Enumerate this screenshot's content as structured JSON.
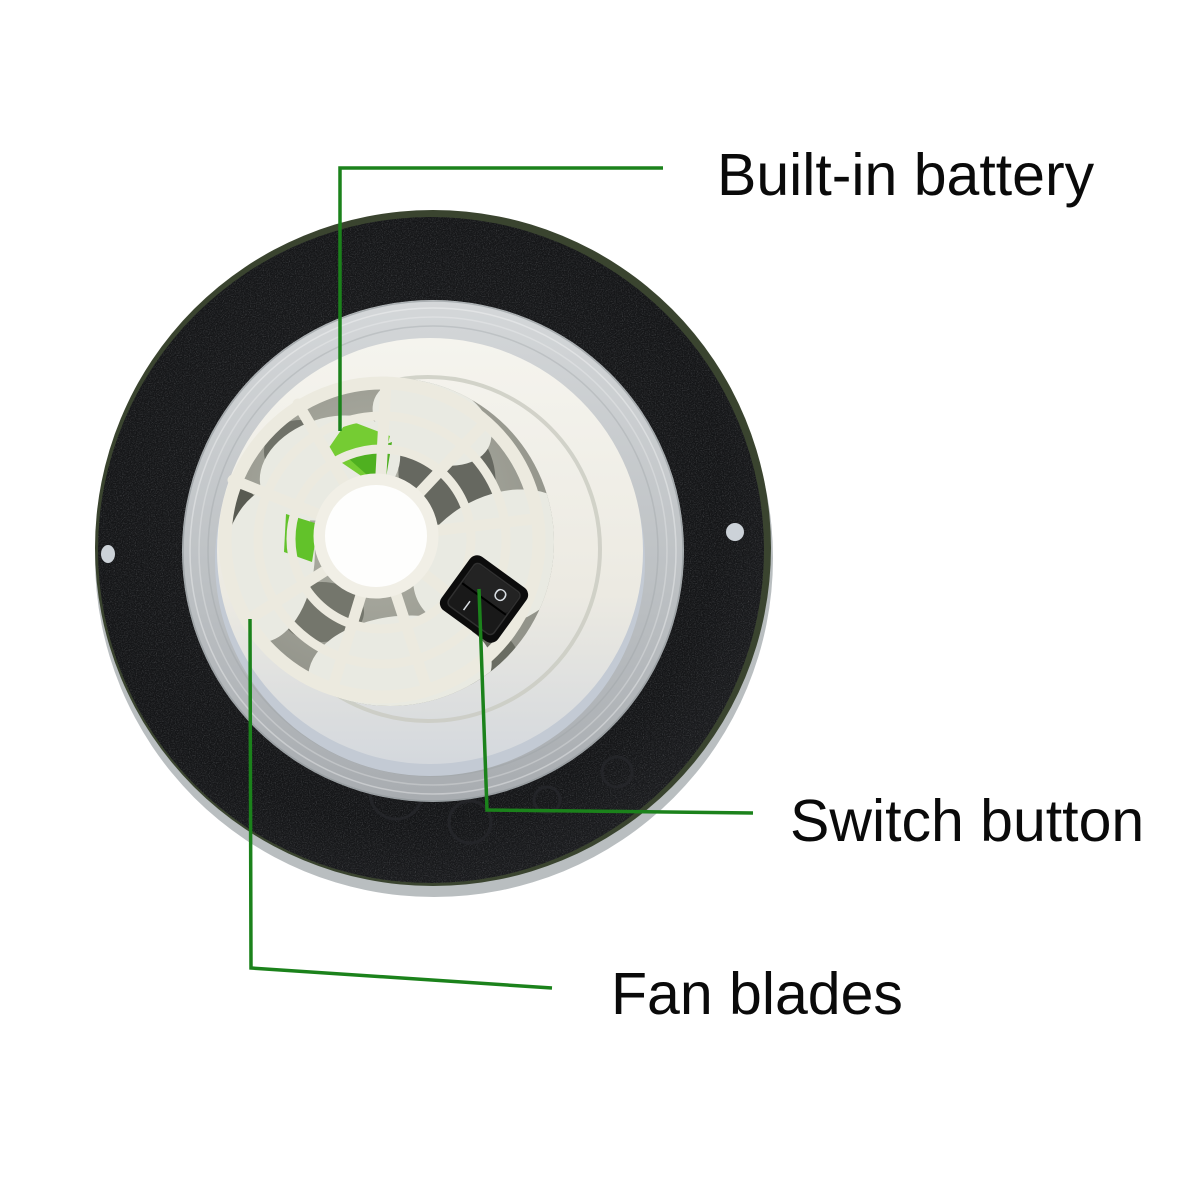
{
  "figure": {
    "background": "#ffffff"
  },
  "annotations": {
    "line_color": "#1b821b",
    "text_color": "#0a0a0a",
    "labels": [
      {
        "id": "built-in-battery",
        "text": "Built-in battery"
      },
      {
        "id": "switch-button",
        "text": "Switch button"
      },
      {
        "id": "fan-blades",
        "text": "Fan blades"
      }
    ]
  },
  "device": {
    "switch_markings": {
      "off": "O",
      "on": "I"
    },
    "colors": {
      "disc_black": "#17181a",
      "rim_olive": "#3a442f",
      "rim_shadow_gray": "#b9bec0",
      "outer_ring_gray": "#bfc3c6",
      "housing_white": "#f0efe8",
      "flange_shadow": "#c3cad4",
      "recess_gray": "#9fa096",
      "grille_white": "#eceadf",
      "hub_white": "#fefefd",
      "battery_green": "#75cc33",
      "battery_green_dark": "#4fb020",
      "switch_body_black": "#0c0c0c",
      "switch_mark_white": "#d9dee3",
      "screw_hole_gray": "#ccd2d8"
    }
  }
}
